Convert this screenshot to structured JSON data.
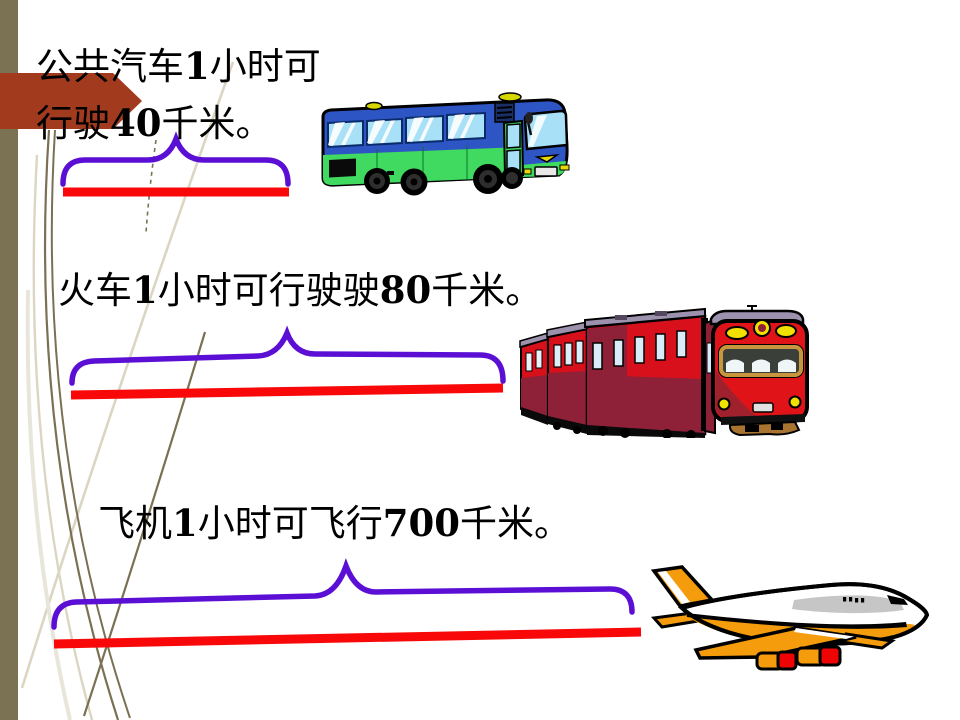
{
  "slide": {
    "background_color": "#FFFFFF",
    "decor": {
      "side_bar_color": "#7A7253",
      "arrow_color": "#A23A1E",
      "curve_color": "#7A7053",
      "curve_light_color": "#DBD6C2"
    },
    "annotation": {
      "brace_color": "#5B0FD5",
      "distance_line_color": "#F80808"
    },
    "statements": [
      {
        "vehicle": "bus",
        "speed_value": "40",
        "lines": [
          {
            "segments": [
              {
                "text": "公共汽车"
              },
              {
                "text": "1",
                "bold": true
              },
              {
                "text": "小时可"
              }
            ]
          },
          {
            "segments": [
              {
                "text": "行驶"
              },
              {
                "text": "40",
                "bold": true
              },
              {
                "text": "千米。"
              }
            ]
          }
        ]
      },
      {
        "vehicle": "train",
        "speed_value": "80",
        "lines": [
          {
            "segments": [
              {
                "text": "火车"
              },
              {
                "text": "1",
                "bold": true
              },
              {
                "text": "小时可行驶驶"
              },
              {
                "text": "80",
                "bold": true
              },
              {
                "text": "千米。"
              }
            ]
          }
        ]
      },
      {
        "vehicle": "airplane",
        "speed_value": "700",
        "lines": [
          {
            "segments": [
              {
                "text": "飞机"
              },
              {
                "text": "1",
                "bold": true
              },
              {
                "text": "小时可飞行"
              },
              {
                "text": "700",
                "bold": true
              },
              {
                "text": "千米。"
              }
            ]
          }
        ]
      }
    ],
    "vehicle_colors": {
      "bus": {
        "upper": "#2E55C4",
        "lower": "#3FDA5F",
        "window": "#A8E0F8"
      },
      "train": {
        "body": "#E01418",
        "shade": "#8E2138",
        "roof": "#9C92AE",
        "light": "#F2E000"
      },
      "airplane": {
        "body": "#FFFFFF",
        "belly": "#F49C0C",
        "engine": "#EE0404"
      }
    }
  }
}
